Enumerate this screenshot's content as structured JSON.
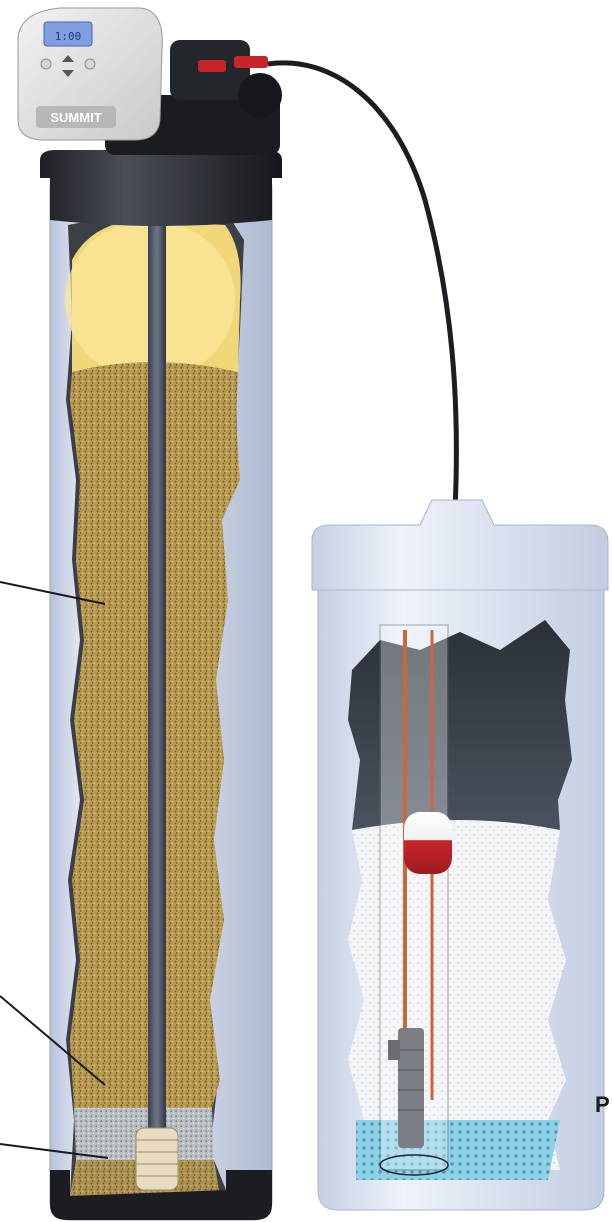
{
  "controller": {
    "brand": "SUMMIT",
    "display_text": "1:00"
  },
  "edge_label": {
    "text": "P"
  },
  "callouts": [
    {
      "id": "resin-media"
    },
    {
      "id": "gravel-layer"
    },
    {
      "id": "bottom-gravel"
    }
  ],
  "colors": {
    "tank_shell": "#d6deee",
    "tank_cap": "#2b2e33",
    "resin": "#b89a52",
    "gravel": "#b9bcc0",
    "brine_tank": "#dbe3f3",
    "brine_water": "#8fd1e6",
    "float": "#c8252b",
    "salt": "#f3f4f6",
    "display": "#7f9fe0"
  },
  "icons": [
    "up-arrow-icon",
    "down-arrow-icon",
    "menu-button-icon"
  ]
}
